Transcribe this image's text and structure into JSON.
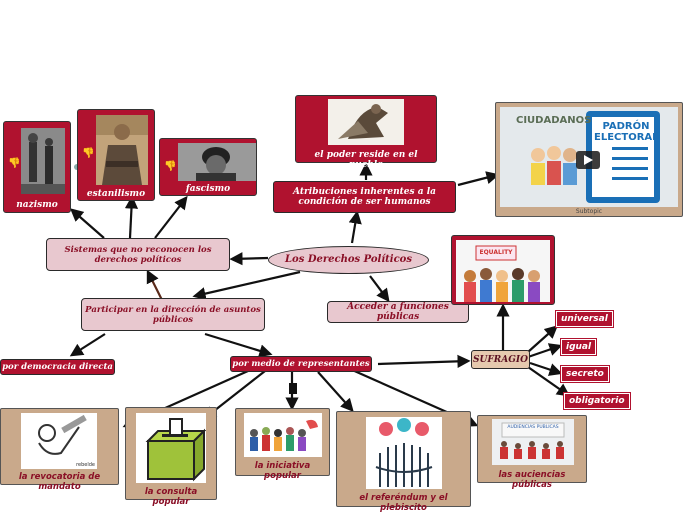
{
  "central": "Los Derechos Políticos",
  "nodes": {
    "sistemas": "Sistemas que no reconocen los derechos políticos",
    "participar": "Participar en la dirección de asuntos públicos",
    "acceder": "Acceder a funciones públicas",
    "atribuciones": "Atribuciones inherentes a la condición de ser humanos",
    "poder": "el poder reside en el pueblo",
    "democracia": "por democracia directa",
    "representantes": "por medio de representantes",
    "sufragio": "SUFRAGIO"
  },
  "regimes": {
    "nazismo": "nazismo",
    "estanilismo": "estanilismo",
    "fascismo": "fascismo"
  },
  "suffrage_tags": [
    "universal",
    "igual",
    "secreto",
    "obligatorio"
  ],
  "mechanisms": {
    "revocatoria": "la revocatoria de mandato",
    "consulta": "la consulta popular",
    "iniciativa": "la iniciativa popular",
    "referendum": "el referéndum y el plebiscito",
    "audiencias": "las auciencias públicas"
  },
  "video": {
    "label_ciudadanos": "CIUDADANOS",
    "label_padron": "PADRÓN ELECTORAL",
    "caption": "Subtopic"
  },
  "image_text": {
    "equality": "EQUALITY",
    "audiencias_sign": "AUDIENCIAS PUBLICAS",
    "sketch": "rebelde"
  },
  "colors": {
    "accent": "#b0122f",
    "pink": "#e8c8cf",
    "tan": "#c9a98b"
  }
}
